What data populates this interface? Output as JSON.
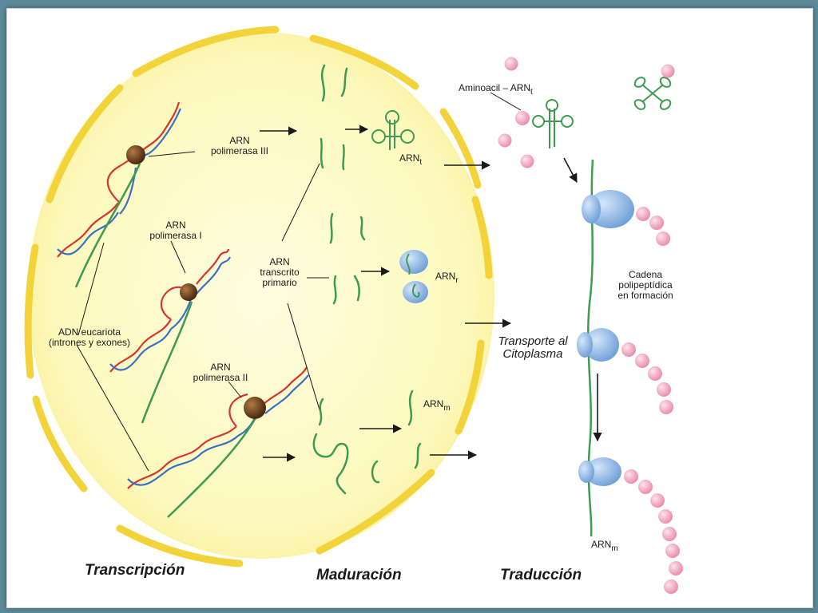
{
  "labels": {
    "pol3": [
      "ARN",
      "polimerasa III"
    ],
    "pol1": [
      "ARN",
      "polimerasa I"
    ],
    "pol2": [
      "ARN",
      "polimerasa II"
    ],
    "adn": [
      "ADN eucariota",
      "(intrones y exones)"
    ],
    "transcrito": [
      "ARN",
      "transcrito",
      "primario"
    ],
    "arnt": {
      "main": "ARN",
      "sub": "t"
    },
    "arnr": {
      "main": "ARN",
      "sub": "r"
    },
    "arnm_mid": {
      "main": "ARN",
      "sub": "m"
    },
    "arnm_bottom": {
      "main": "ARN",
      "sub": "m"
    },
    "aminoacil": {
      "main": "Aminoacil – ARN",
      "sub": "t"
    },
    "transporte": [
      "Transporte al",
      "Citoplasma"
    ],
    "cadena": [
      "Cadena",
      "polipeptídica",
      "en formación"
    ]
  },
  "stages": {
    "transcripcion": "Transcripción",
    "maduracion": "Maduración",
    "traduccion": "Traducción"
  },
  "colors": {
    "background": "#5d8a99",
    "nucleus_fill": "#fdfbc6",
    "nucleus_rim": "#f2d43a",
    "dna_red": "#d9342b",
    "dna_blue": "#3b6fc0",
    "rna_green": "#3f9a52",
    "polymerase": "#6b3e1c",
    "ribosome": "#8fb8e6",
    "amino_acid": "#f3a9c2"
  }
}
